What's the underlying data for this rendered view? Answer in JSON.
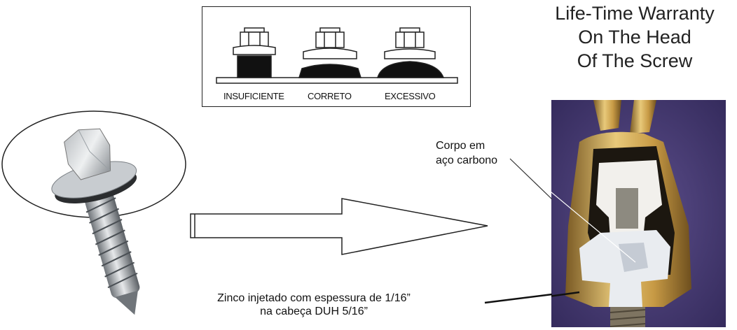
{
  "washer_diagram": {
    "labels": [
      "INSUFICIENTE",
      "CORRETO",
      "EXCESSIVO"
    ]
  },
  "warranty": {
    "lines": [
      "Life-Time Warranty",
      "On The Head",
      "Of The Screw"
    ]
  },
  "callouts": {
    "body_lines": [
      "Corpo em",
      "aço carbono"
    ],
    "zinc_lines": [
      "Zinco injetado com espessura de 1/16”",
      "na cabeça DUH 5/16”"
    ]
  }
}
